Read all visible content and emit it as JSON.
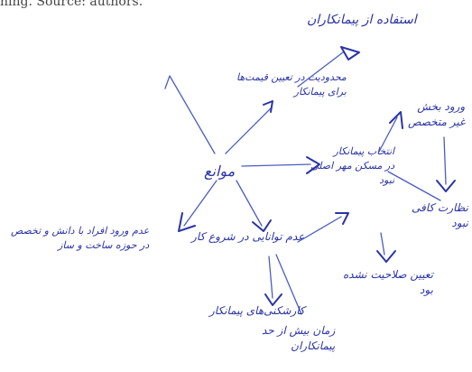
{
  "caption": "ning. Source: authors.",
  "colors": {
    "ink": "#2a33a6",
    "line": "#4a5cc4",
    "paper": "#ffffff"
  },
  "nodes": {
    "center": "موانع",
    "top_right": "استفاده از پیمانکاران",
    "top_middle": [
      "محدودیت در تعیین قیمت‌ها",
      "برای پیمانکار"
    ],
    "right_upper": [
      "ورود بخش",
      "غیر متخصص"
    ],
    "right_middle": [
      "انتخاب پیمانکار",
      "در مسکن مهر اصلی",
      "نبود"
    ],
    "right_lower": [
      "نظارت کافی",
      "نبود"
    ],
    "bottom_right": [
      "تعیین صلاحیت نشده",
      "بود"
    ],
    "bottom_center": "عدم توانایی در شروع کار",
    "left_branch": [
      "عدم ورود افراد با دانش و تخصص",
      "در حوزه ساخت و ساز"
    ],
    "bottom_mid": "کارشکنی‌های پیمانکار",
    "bottom_low": [
      "زمان بیش از حد",
      "پیمانکاران"
    ]
  }
}
